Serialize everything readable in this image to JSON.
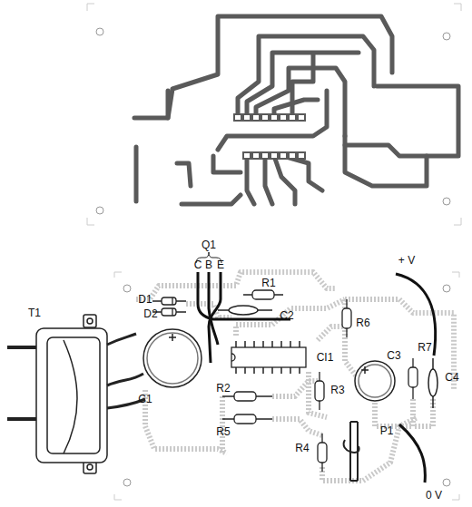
{
  "diagram": {
    "labels": [
      "Q1",
      "C",
      "B",
      "E",
      "D1",
      "D2",
      "R1",
      "C2",
      "T1",
      "C1",
      "CI1",
      "R6",
      "+ V",
      "C3",
      "R7",
      "C4",
      "R2",
      "R3",
      "R5",
      "R4",
      "P1",
      "0 V"
    ]
  }
}
